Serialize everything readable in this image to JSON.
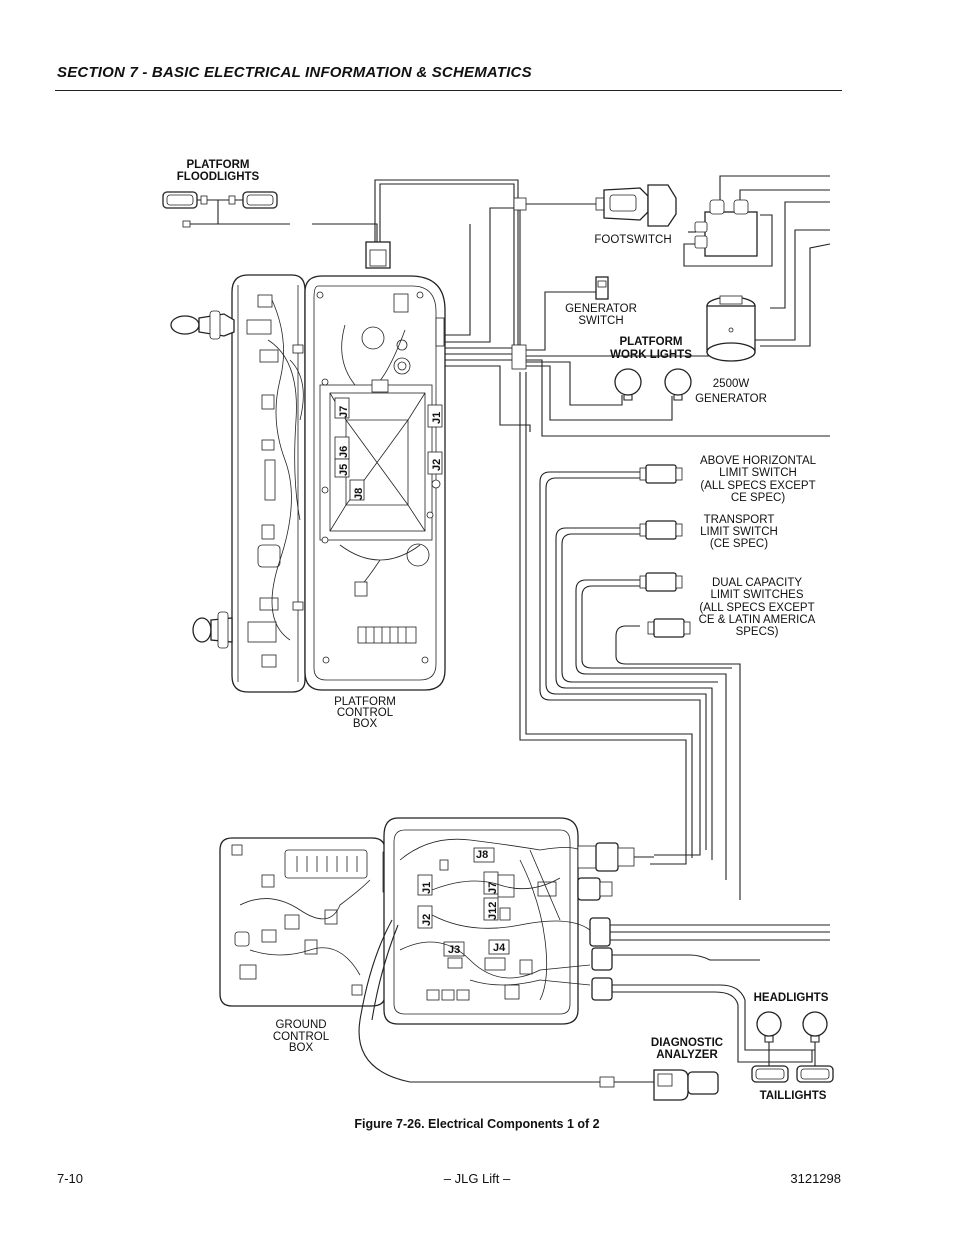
{
  "header": {
    "section_title": "SECTION 7 - BASIC ELECTRICAL INFORMATION & SCHEMATICS"
  },
  "labels": {
    "platform_floodlights": [
      "PLATFORM",
      "FLOODLIGHTS"
    ],
    "footswitch": [
      "FOOTSWITCH"
    ],
    "generator_switch": [
      "GENERATOR",
      "SWITCH"
    ],
    "platform_work_lights": [
      "PLATFORM",
      "WORK LIGHTS"
    ],
    "generator_2500w": [
      "2500W",
      "GENERATOR"
    ],
    "above_horizontal_limit_switch": [
      "ABOVE HORIZONTAL",
      "LIMIT SWITCH",
      "(ALL SPECS EXCEPT",
      "CE SPEC)"
    ],
    "transport_limit_switch": [
      "TRANSPORT",
      "LIMIT SWITCH",
      "(CE SPEC)"
    ],
    "dual_capacity_limit_switches": [
      "DUAL CAPACITY",
      "LIMIT SWITCHES",
      "(ALL SPECS EXCEPT",
      "CE & LATIN AMERICA",
      "SPECS)"
    ],
    "platform_control_box": [
      "PLATFORM",
      "CONTROL",
      "BOX"
    ],
    "ground_control_box": [
      "GROUND",
      "CONTROL",
      "BOX"
    ],
    "headlights": [
      "HEADLIGHTS"
    ],
    "taillights": [
      "TAILLIGHTS"
    ],
    "diagnostic_analyzer": [
      "DIAGNOSTIC",
      "ANALYZER"
    ]
  },
  "connectors": {
    "platform": [
      "J7",
      "J6",
      "J5",
      "J8",
      "J1",
      "J2"
    ],
    "ground": [
      "J8",
      "J1",
      "J7",
      "J2",
      "J12",
      "J3",
      "J4"
    ]
  },
  "caption": "Figure 7-26.  Electrical Components 1 of 2",
  "footer": {
    "page_number": "7-10",
    "center": "– JLG Lift –",
    "doc_number": "3121298"
  }
}
